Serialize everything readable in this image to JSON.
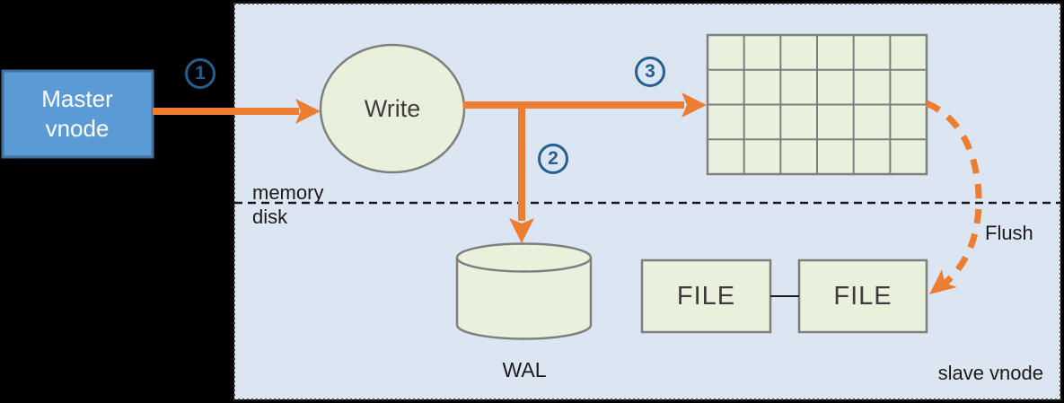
{
  "master_vnode": {
    "line1": "Master",
    "line2": "vnode"
  },
  "write_node": {
    "label": "Write"
  },
  "steps": {
    "s1": "1",
    "s2": "2",
    "s3": "3"
  },
  "labels": {
    "memory": "memory",
    "disk": "disk",
    "flush": "Flush",
    "slave_vnode": "slave vnode",
    "wal": "WAL"
  },
  "files": [
    {
      "label": "FILE"
    },
    {
      "label": "FILE"
    }
  ],
  "memtable_grid": {
    "rows": 4,
    "cols": 6
  },
  "colors": {
    "canvas_bg": "#000000",
    "panel_bg": "#dce6f2",
    "panel_border": "#404040",
    "node_fill": "#e9f0dc",
    "node_border": "#7f7f7f",
    "arrow_orange": "#ed7d31",
    "master_fill": "#5b9bd5",
    "master_border": "#41719c",
    "step_badge_blue": "#255e91",
    "divider_black": "#1a1a1a"
  }
}
